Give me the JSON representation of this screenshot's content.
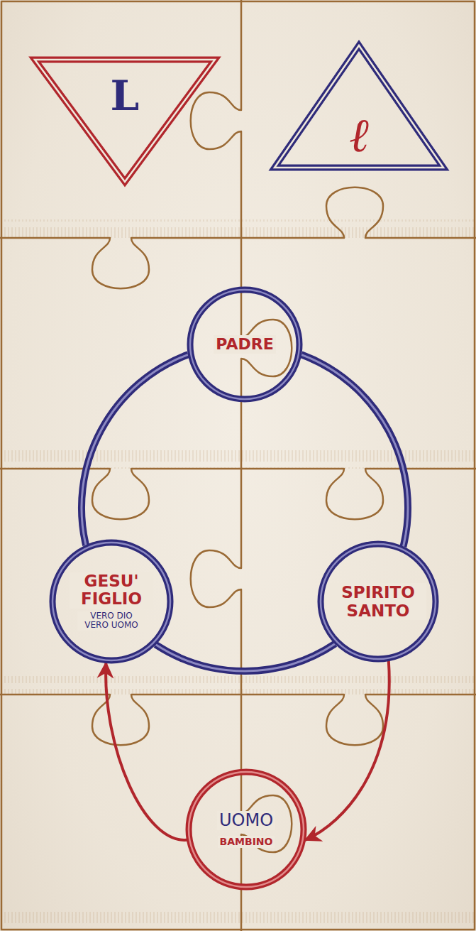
{
  "diagram": {
    "nodes": [
      {
        "text": [
          "L"
        ]
      },
      {
        "text": [
          "ℓ"
        ]
      },
      {
        "text": [
          "PADRE"
        ]
      },
      {
        "text": [
          "GESU' FIGLIO",
          "VERO DIO VERO UOMO"
        ]
      },
      {
        "text": [
          "SPIRITO SANTO"
        ]
      },
      {
        "text": [
          "UOMO",
          "BAMBINO"
        ]
      }
    ],
    "edges": [
      {
        "from": 2,
        "to": 3,
        "arrow": "none"
      },
      {
        "from": 2,
        "to": 4,
        "arrow": "none"
      },
      {
        "from": 3,
        "to": 4,
        "arrow": "none"
      },
      {
        "from": 4,
        "to": 5,
        "arrow": "to"
      },
      {
        "from": 5,
        "to": 3,
        "arrow": "to"
      }
    ]
  }
}
